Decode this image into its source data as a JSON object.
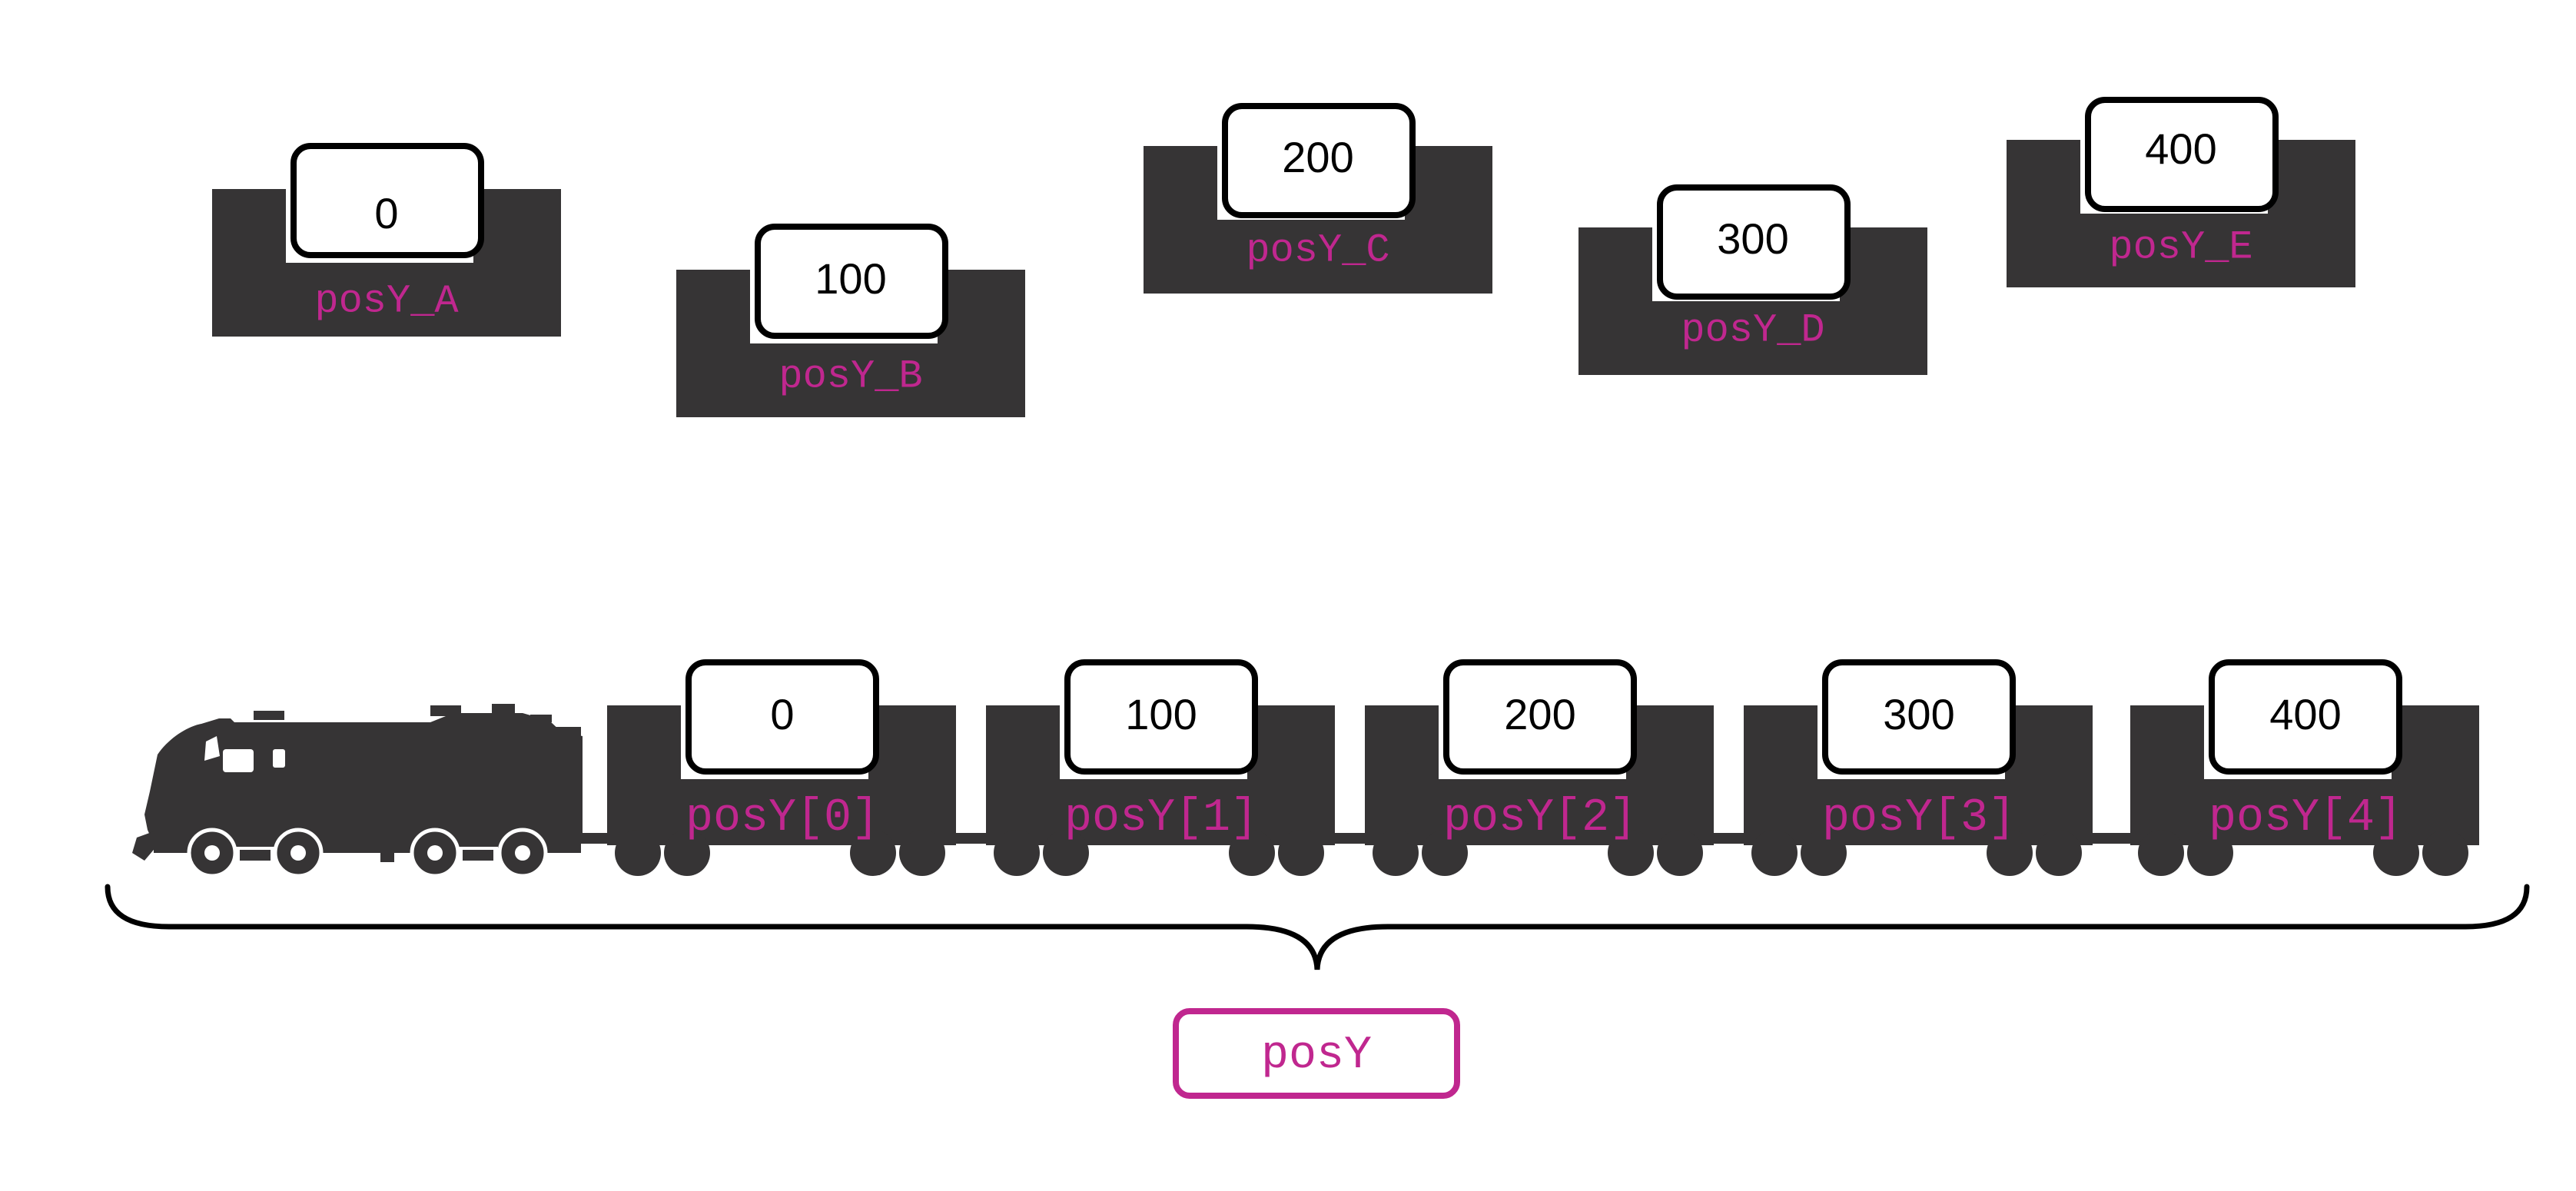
{
  "colors": {
    "container": "#363435",
    "accent": "#C0278F",
    "value_box_fill": "#ffffff",
    "value_box_stroke": "#000000"
  },
  "variables": [
    {
      "name": "posY_A",
      "value": "0"
    },
    {
      "name": "posY_B",
      "value": "100"
    },
    {
      "name": "posY_C",
      "value": "200"
    },
    {
      "name": "posY_D",
      "value": "300"
    },
    {
      "name": "posY_E",
      "value": "400"
    }
  ],
  "array": {
    "name": "posY",
    "icon": "locomotive-icon",
    "cars": [
      {
        "label": "posY[0]",
        "value": "0"
      },
      {
        "label": "posY[1]",
        "value": "100"
      },
      {
        "label": "posY[2]",
        "value": "200"
      },
      {
        "label": "posY[3]",
        "value": "300"
      },
      {
        "label": "posY[4]",
        "value": "400"
      }
    ]
  }
}
